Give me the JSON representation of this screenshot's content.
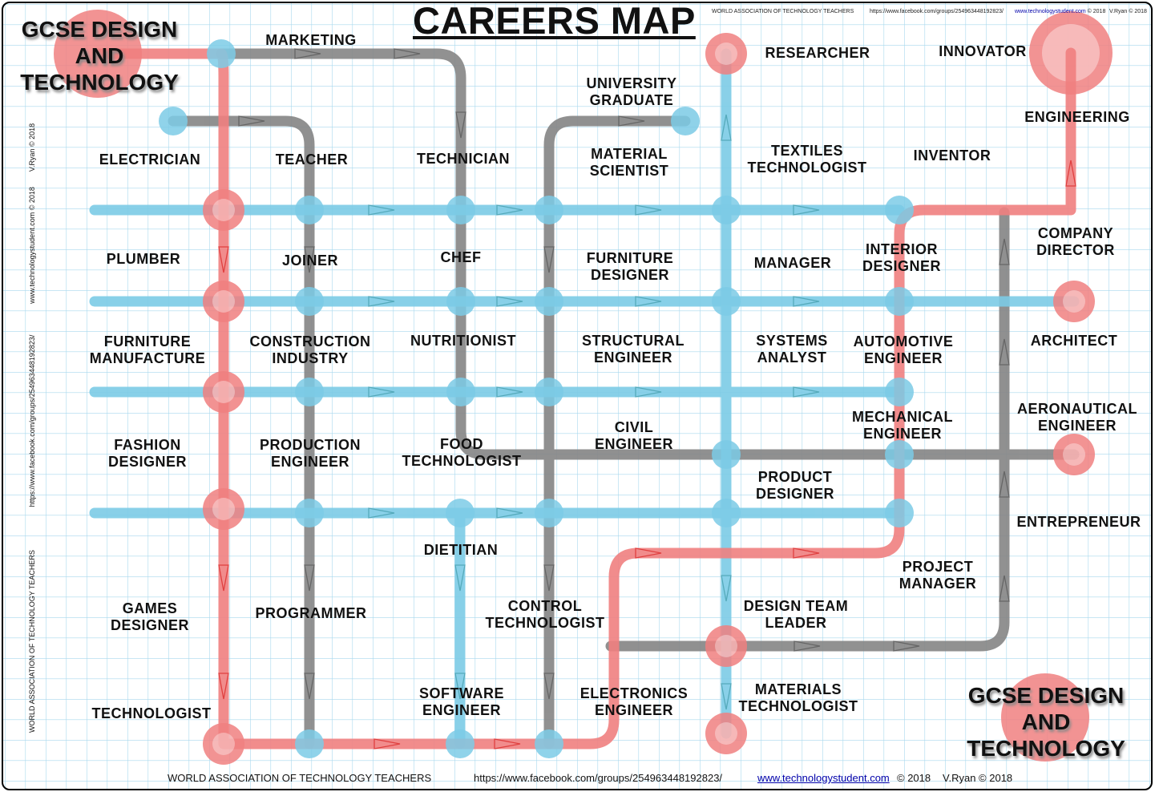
{
  "title": "CAREERS MAP",
  "header_line": {
    "org": "WORLD ASSOCIATION OF TECHNOLOGY TEACHERS",
    "facebook": "https://www.facebook.com/groups/254963448192823/",
    "site": "www.technologystudent.com",
    "copyright": "© 2018",
    "author": "V.Ryan © 2018"
  },
  "footer": {
    "org": "WORLD ASSOCIATION OF TECHNOLOGY TEACHERS",
    "facebook": "https://www.facebook.com/groups/254963448192823/",
    "site": "www.technologystudent.com",
    "copyright": "© 2018",
    "author": "V.Ryan © 2018"
  },
  "side_text": {
    "author": "V.Ryan © 2018",
    "site": "www.technologystudent.com © 2018",
    "facebook": "https://www.facebook.com/groups/254963448192823/",
    "org": "WORLD ASSOCIATION OF TECHNOLOGY TEACHERS"
  },
  "start_label": "GCSE DESIGN\nAND\nTECHNOLOGY",
  "end_label": "GCSE DESIGN\nAND\nTECHNOLOGY",
  "colors": {
    "red_line": "#f08080",
    "grey_line": "#858585",
    "blue_line": "#7ccbe6",
    "grid": "#a8d8ee"
  },
  "careers": {
    "marketing": "MARKETING",
    "researcher": "RESEARCHER",
    "innovator": "INNOVATOR",
    "university_graduate": "UNIVERSITY\nGRADUATE",
    "engineering": "ENGINEERING",
    "electrician": "ELECTRICIAN",
    "teacher": "TEACHER",
    "technician": "TECHNICIAN",
    "material_scientist": "MATERIAL\nSCIENTIST",
    "textiles_technologist": "TEXTILES\nTECHNOLOGIST",
    "inventor": "INVENTOR",
    "plumber": "PLUMBER",
    "joiner": "JOINER",
    "chef": "CHEF",
    "furniture_designer": "FURNITURE\nDESIGNER",
    "manager": "MANAGER",
    "interior_designer": "INTERIOR\nDESIGNER",
    "company_director": "COMPANY\nDIRECTOR",
    "furniture_manufacture": "FURNITURE\nMANUFACTURE",
    "construction_industry": "CONSTRUCTION\nINDUSTRY",
    "nutritionist": "NUTRITIONIST",
    "structural_engineer": "STRUCTURAL\nENGINEER",
    "systems_analyst": "SYSTEMS\nANALYST",
    "automotive_engineer": "AUTOMOTIVE\nENGINEER",
    "architect": "ARCHITECT",
    "fashion_designer": "FASHION\nDESIGNER",
    "production_engineer": "PRODUCTION\nENGINEER",
    "food_technologist": "FOOD\nTECHNOLOGIST",
    "civil_engineer": "CIVIL\nENGINEER",
    "mechanical_engineer": "MECHANICAL\nENGINEER",
    "aeronautical_engineer": "AERONAUTICAL\nENGINEER",
    "product_designer": "PRODUCT\nDESIGNER",
    "entrepreneur": "ENTREPRENEUR",
    "dietitian": "DIETITIAN",
    "project_manager": "PROJECT\nMANAGER",
    "games_designer": "GAMES\nDESIGNER",
    "programmer": "PROGRAMMER",
    "control_technologist": "CONTROL\nTECHNOLOGIST",
    "design_team_leader": "DESIGN TEAM\nLEADER",
    "technologist": "TECHNOLOGIST",
    "software_engineer": "SOFTWARE\nENGINEER",
    "electronics_engineer": "ELECTRONICS\nENGINEER",
    "materials_technologist": "MATERIALS\nTECHNOLOGIST"
  }
}
